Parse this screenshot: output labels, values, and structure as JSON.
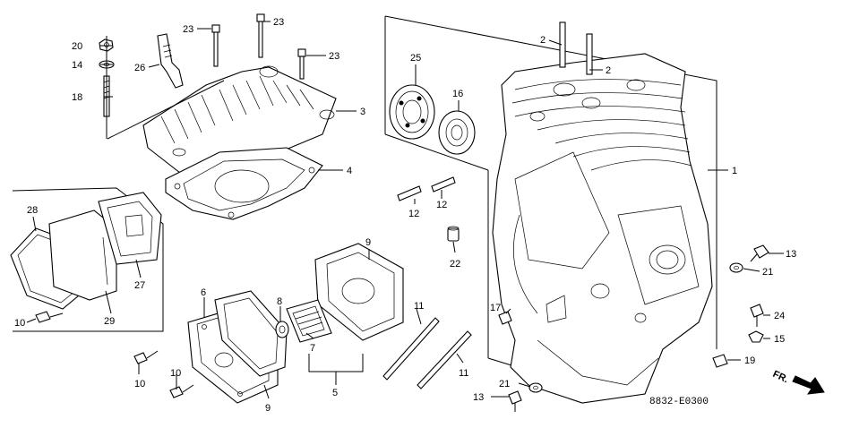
{
  "diagram": {
    "code": "8832-E0300",
    "direction": "FR.",
    "callouts": [
      "1",
      "2",
      "2",
      "3",
      "4",
      "5",
      "6",
      "7",
      "8",
      "9",
      "9",
      "10",
      "10",
      "10",
      "11",
      "11",
      "12",
      "12",
      "13",
      "13",
      "14",
      "15",
      "16",
      "17",
      "18",
      "19",
      "20",
      "21",
      "21",
      "22",
      "23",
      "23",
      "23",
      "24",
      "25",
      "26",
      "27",
      "28",
      "29"
    ]
  }
}
